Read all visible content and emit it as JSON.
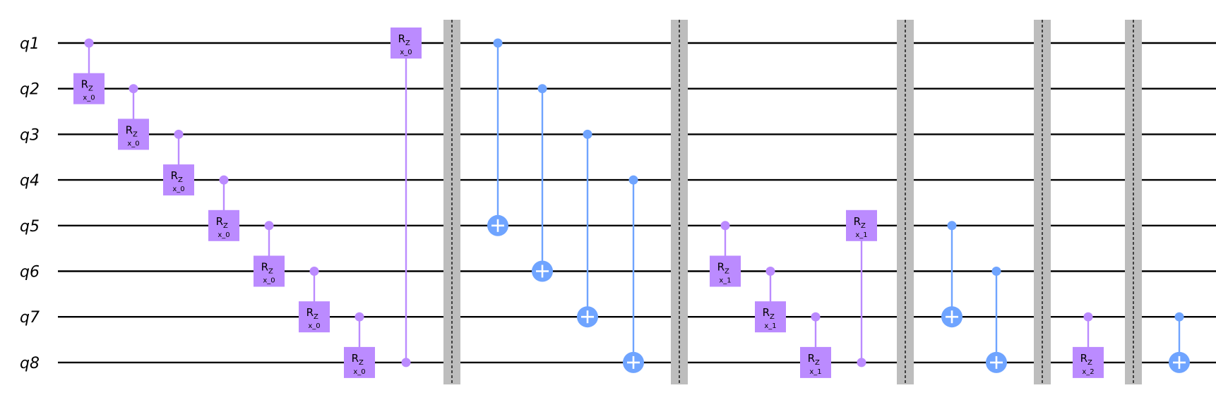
{
  "circuit": {
    "qubits": [
      "q1",
      "q2",
      "q3",
      "q4",
      "q5",
      "q6",
      "q7",
      "q8"
    ],
    "colors": {
      "crz_gate": "#BB8BFF",
      "crz_line": "#BB8BFF",
      "cnot": "#6FA4FF",
      "wire": "#000000",
      "barrier": "#BDBDBD",
      "barrier_line": "#000000"
    },
    "gate_label": {
      "main": "R",
      "sub": "Z"
    },
    "operations": [
      {
        "type": "crz",
        "control": "q1",
        "target": "q2",
        "param": "x_0"
      },
      {
        "type": "crz",
        "control": "q2",
        "target": "q3",
        "param": "x_0"
      },
      {
        "type": "crz",
        "control": "q3",
        "target": "q4",
        "param": "x_0"
      },
      {
        "type": "crz",
        "control": "q4",
        "target": "q5",
        "param": "x_0"
      },
      {
        "type": "crz",
        "control": "q5",
        "target": "q6",
        "param": "x_0"
      },
      {
        "type": "crz",
        "control": "q6",
        "target": "q7",
        "param": "x_0"
      },
      {
        "type": "crz",
        "control": "q7",
        "target": "q8",
        "param": "x_0"
      },
      {
        "type": "crz",
        "control": "q8",
        "target": "q1",
        "param": "x_0"
      },
      {
        "type": "barrier"
      },
      {
        "type": "cx",
        "control": "q1",
        "target": "q5"
      },
      {
        "type": "cx",
        "control": "q2",
        "target": "q6"
      },
      {
        "type": "cx",
        "control": "q3",
        "target": "q7"
      },
      {
        "type": "cx",
        "control": "q4",
        "target": "q8"
      },
      {
        "type": "barrier"
      },
      {
        "type": "crz",
        "control": "q5",
        "target": "q6",
        "param": "x_1"
      },
      {
        "type": "crz",
        "control": "q6",
        "target": "q7",
        "param": "x_1"
      },
      {
        "type": "crz",
        "control": "q7",
        "target": "q8",
        "param": "x_1"
      },
      {
        "type": "crz",
        "control": "q8",
        "target": "q5",
        "param": "x_1"
      },
      {
        "type": "barrier"
      },
      {
        "type": "cx",
        "control": "q5",
        "target": "q7"
      },
      {
        "type": "cx",
        "control": "q6",
        "target": "q8"
      },
      {
        "type": "barrier"
      },
      {
        "type": "crz",
        "control": "q7",
        "target": "q8",
        "param": "x_2"
      },
      {
        "type": "barrier"
      },
      {
        "type": "cx",
        "control": "q7",
        "target": "q8"
      }
    ]
  }
}
